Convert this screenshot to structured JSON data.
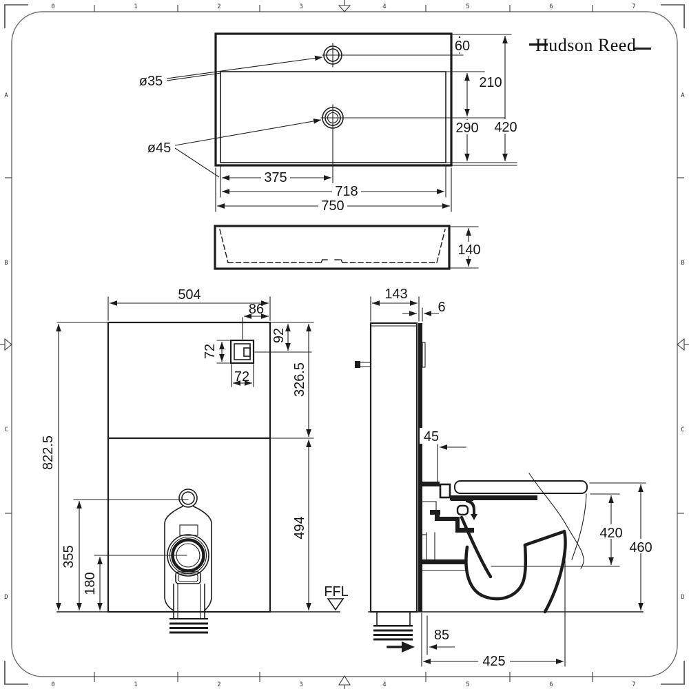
{
  "frame": {
    "columns": [
      "0",
      "1",
      "2",
      "3",
      "4",
      "5",
      "6",
      "7"
    ],
    "rows": [
      "A",
      "B",
      "C",
      "D"
    ]
  },
  "logo": {
    "brand": "Hudson Reed"
  },
  "basin_plan": {
    "tap_hole_label": "ø35",
    "waste_hole_label": "ø45",
    "edge_to_tap_hole": "60",
    "tap_to_waste": "210",
    "waste_to_front": "290",
    "depth": "420",
    "waste_centre": "375",
    "inner_width": "718",
    "width": "750"
  },
  "basin_front": {
    "height": "140"
  },
  "unit_front": {
    "width": "504",
    "plate_side_offset": "86",
    "plate_top_offset": "92",
    "plate_height": "72",
    "plate_width": "72",
    "upper_section": "326.5",
    "total_height": "822.5",
    "lower_section": "494",
    "inlet_height": "355",
    "outlet_height": "180"
  },
  "unit_side": {
    "depth": "143",
    "panel_thickness": "6",
    "wall_gap": "45",
    "rim_drop": "420",
    "seat_height": "460",
    "outlet_offset": "85",
    "projection": "425"
  },
  "annotations": {
    "floor_level": "FFL"
  },
  "colors": {
    "ink": "#1c1c1c",
    "frame_line": "#6d6d6d",
    "paper": "#ffffff"
  }
}
